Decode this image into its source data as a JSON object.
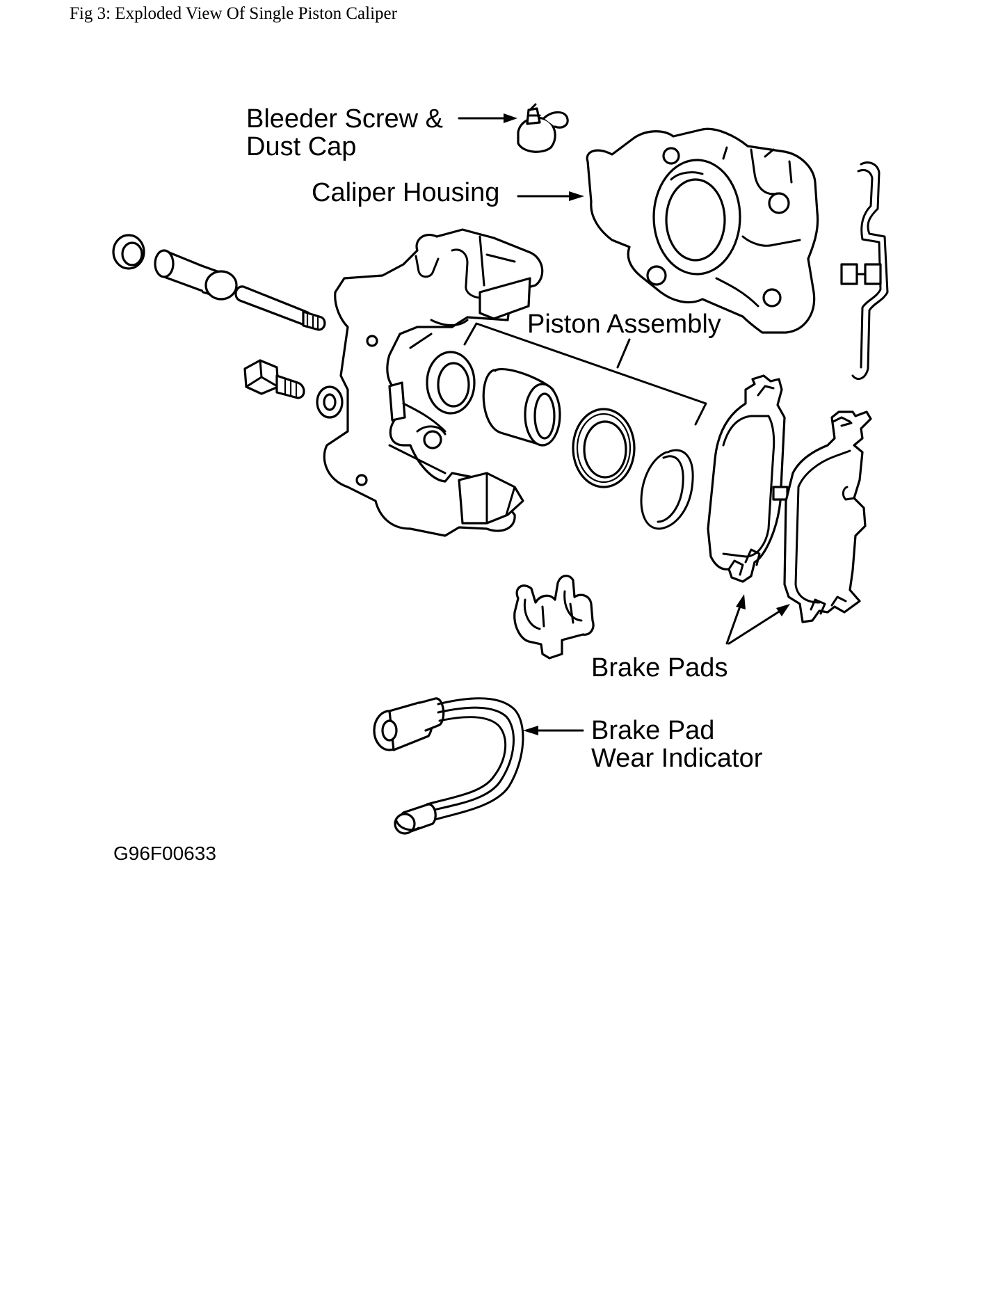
{
  "figure": {
    "caption": "Fig 3: Exploded View Of Single Piston Caliper",
    "code": "G96F00633"
  },
  "labels": {
    "bleeder_line1": "Bleeder Screw &",
    "bleeder_line2": "Dust Cap",
    "caliper_housing": "Caliper Housing",
    "piston_assembly": "Piston Assembly",
    "brake_pads": "Brake Pads",
    "wear_line1": "Brake Pad",
    "wear_line2": "Wear Indicator"
  }
}
